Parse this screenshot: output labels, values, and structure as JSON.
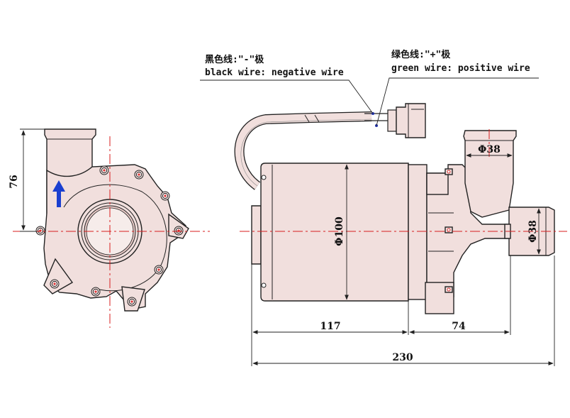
{
  "labels": {
    "black_wire_cn": "黑色线:\"-\"极",
    "black_wire_en": "black wire: negative wire",
    "green_wire_cn": "绿色线:\"+\"极",
    "green_wire_en": "green wire: positive wire"
  },
  "dimensions": {
    "front_height": "76",
    "outlet_diameter": "Φ38",
    "inlet_diameter": "Φ38",
    "motor_diameter": "Φ100",
    "motor_length": "117",
    "pump_head_length": "74",
    "overall_length": "230"
  },
  "colors": {
    "body_fill": "#f1dfdd",
    "centerline": "#d81e1e",
    "flow_arrow": "#1a3fd0",
    "wire_marker": "#2233aa"
  },
  "icons": {
    "flow_arrow": "up-arrow-icon",
    "screws": "cross-screw-icon"
  }
}
